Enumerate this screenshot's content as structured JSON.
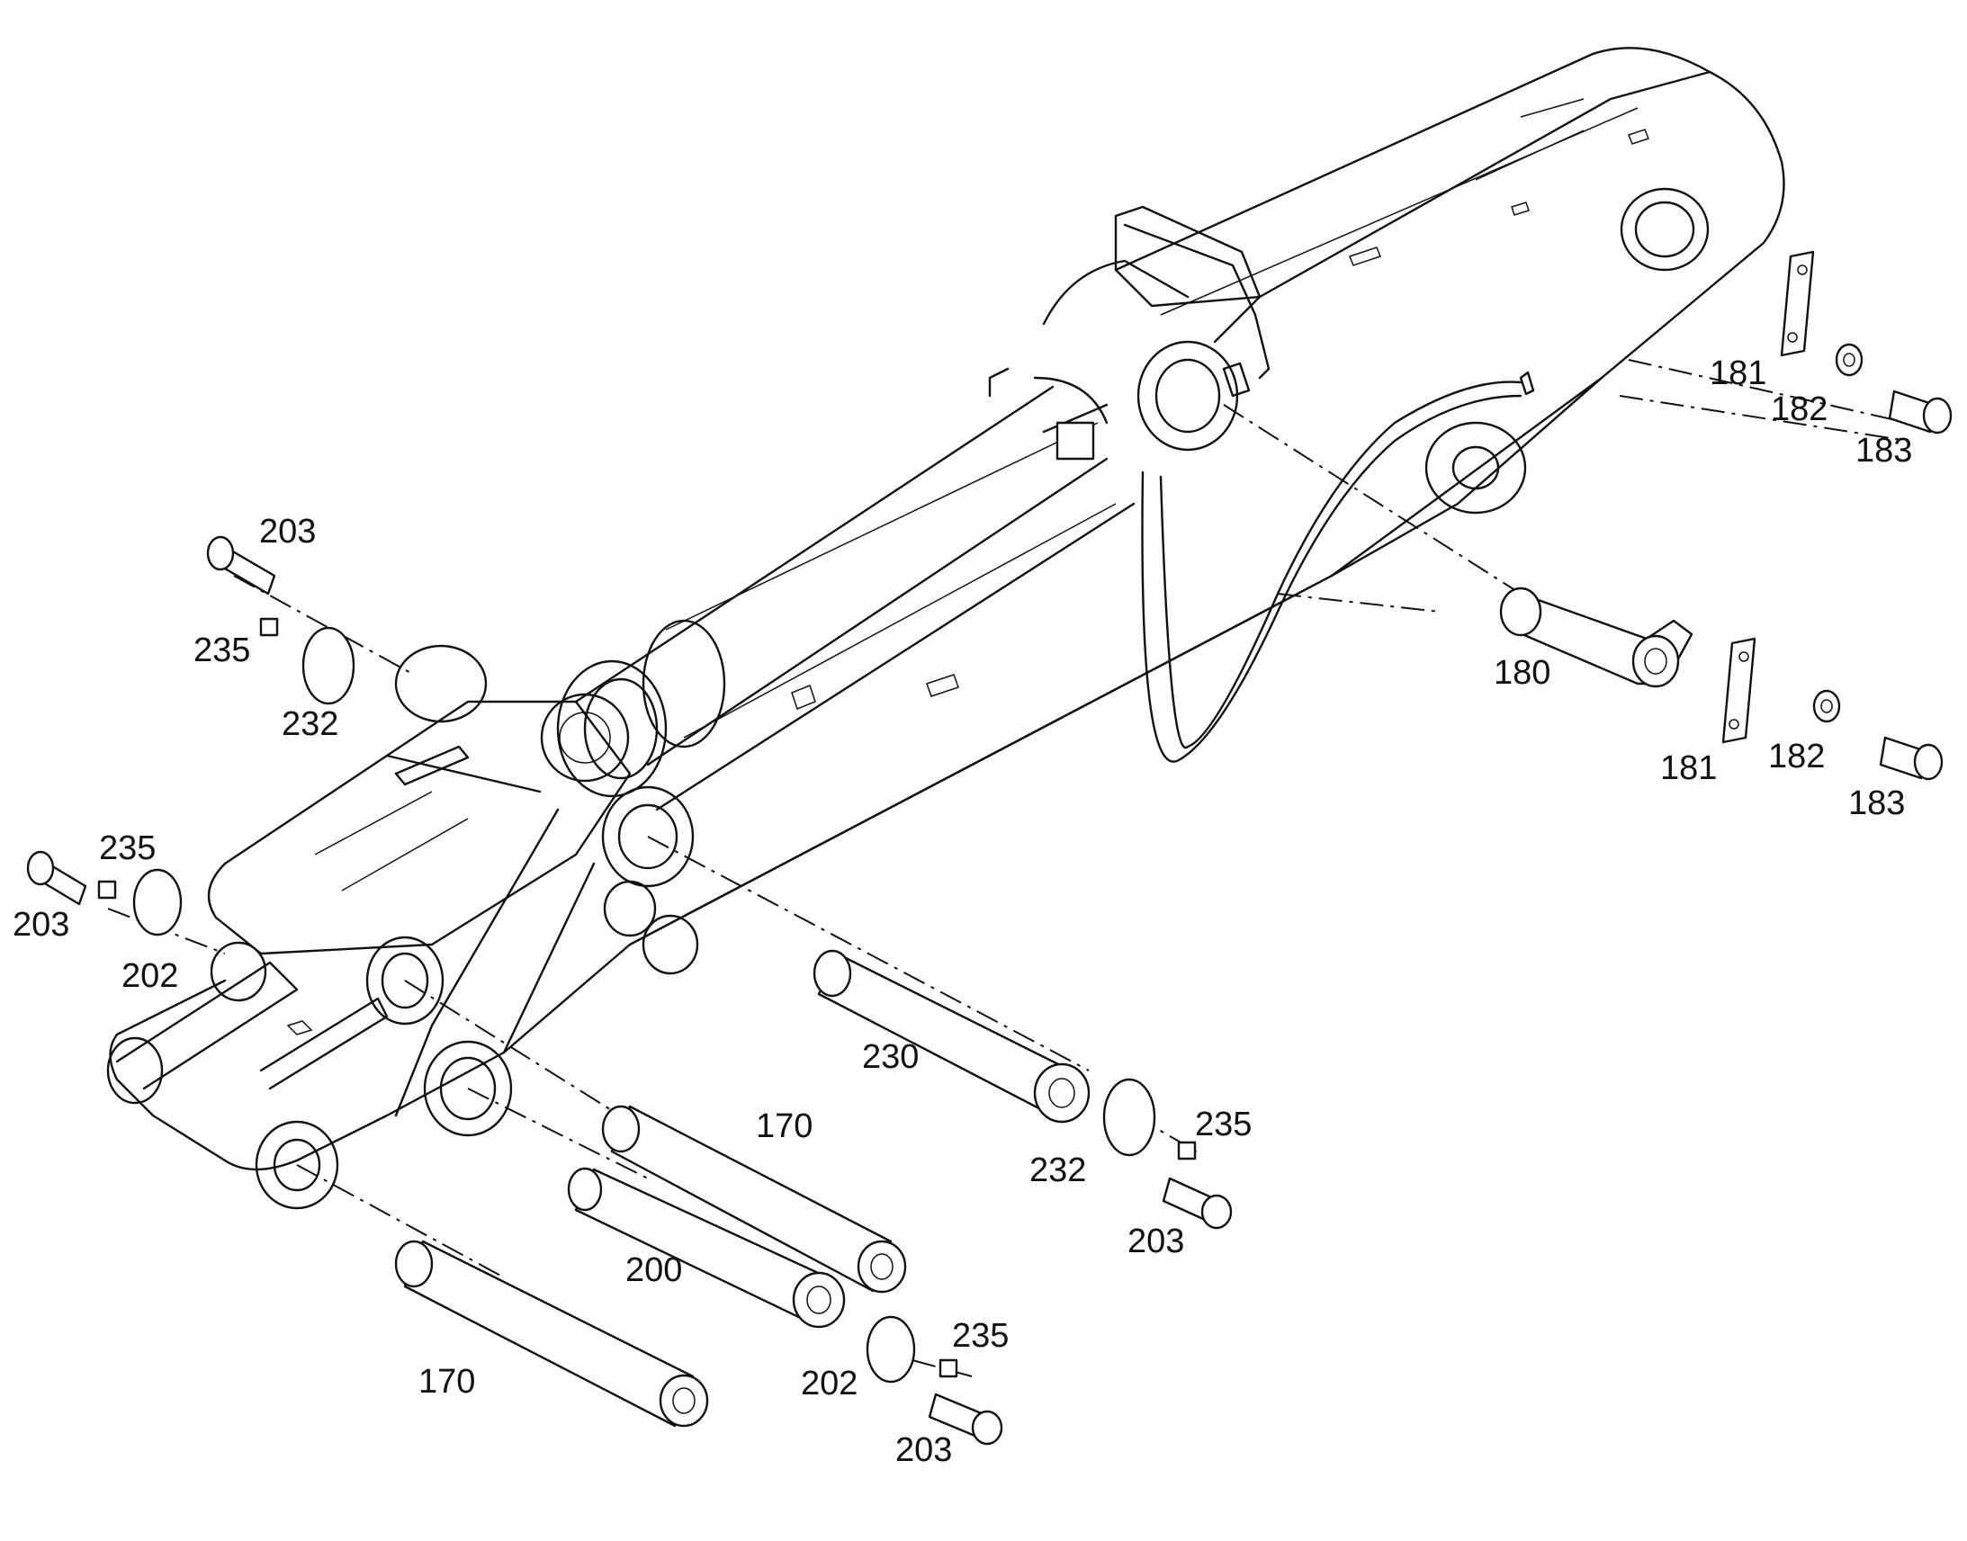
{
  "labels": {
    "p203_a": "203",
    "p235_a": "235",
    "p232_a": "232",
    "p235_b": "235",
    "p203_b": "203",
    "p202_a": "202",
    "p181_a": "181",
    "p182_a": "182",
    "p183_a": "183",
    "p180": "180",
    "p181_b": "181",
    "p182_b": "182",
    "p183_b": "183",
    "p230": "230",
    "p235_c": "235",
    "p232_b": "232",
    "p203_c": "203",
    "p170_a": "170",
    "p200": "200",
    "p170_b": "170",
    "p235_d": "235",
    "p202_b": "202",
    "p203_d": "203"
  }
}
